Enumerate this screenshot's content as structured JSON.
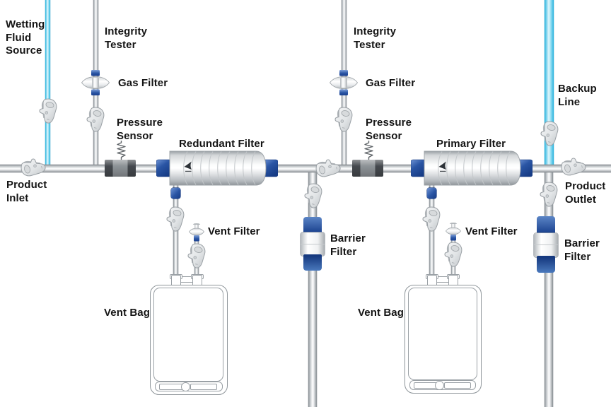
{
  "diagram": {
    "type": "process-flow-diagram",
    "subject": "sterile filtration tubing assembly with redundant and primary filters",
    "colors": {
      "fluid_line_cyan": "#45c6ea",
      "tubing_gray": "#c9cdd0",
      "fitting_blue": "#2a55a4",
      "sensor_dark_gray": "#45494e",
      "label_text": "#141414",
      "background": "#ffffff"
    },
    "labels": {
      "wetting_fluid_source": "Wetting\nFluid\nSource",
      "integrity_tester_left": "Integrity\nTester",
      "gas_filter_left": "Gas Filter",
      "pressure_sensor_left": "Pressure\nSensor",
      "redundant_filter": "Redundant Filter",
      "product_inlet": "Product\nInlet",
      "integrity_tester_right": "Integrity\nTester",
      "gas_filter_right": "Gas Filter",
      "pressure_sensor_right": "Pressure\nSensor",
      "primary_filter": "Primary Filter",
      "backup_line": "Backup\nLine",
      "product_outlet": "Product\nOutlet",
      "barrier_filter_center": "Barrier\nFilter",
      "barrier_filter_right": "Barrier\nFilter",
      "vent_filter_left": "Vent Filter",
      "vent_filter_right": "Vent Filter",
      "vent_bag_left": "Vent Bag",
      "vent_bag_right": "Vent Bag"
    }
  }
}
